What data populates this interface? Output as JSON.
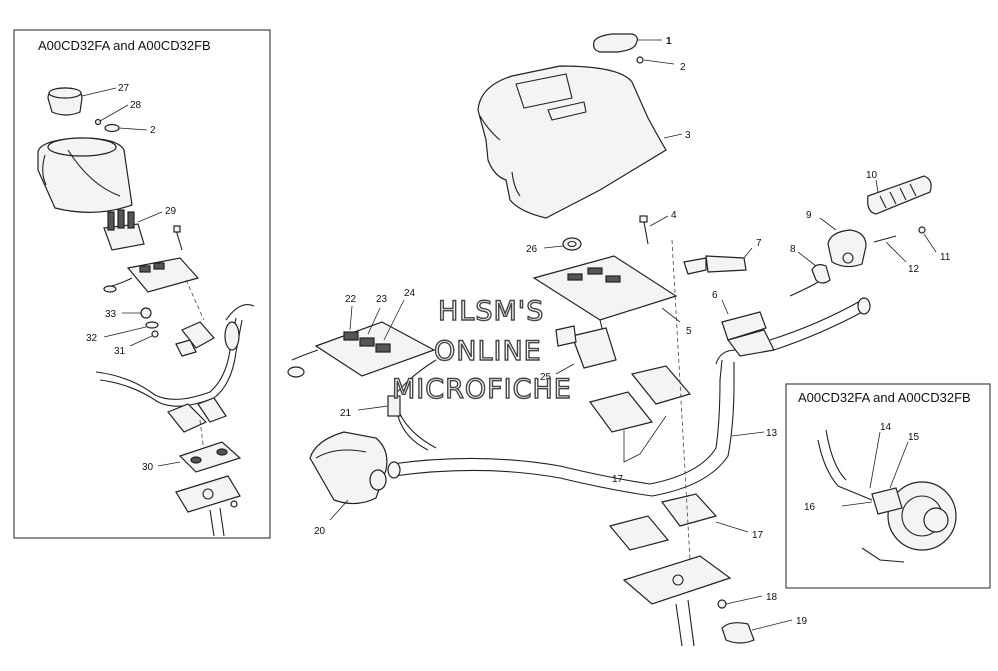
{
  "inset_left": {
    "title": "A00CD32FA and A00CD32FB"
  },
  "inset_right": {
    "title": "A00CD32FA and A00CD32FB"
  },
  "watermark": {
    "line1": "HLSM'S",
    "line2": "ONLINE",
    "line3": "MICROFICHE"
  },
  "callouts": {
    "c1": "1",
    "c2": "2",
    "c2b": "2",
    "c3": "3",
    "c4": "4",
    "c5": "5",
    "c6": "6",
    "c7": "7",
    "c8": "8",
    "c9": "9",
    "c10": "10",
    "c11": "11",
    "c12": "12",
    "c13": "13",
    "c14": "14",
    "c15": "15",
    "c16": "16",
    "c17a": "17",
    "c17b": "17",
    "c18": "18",
    "c19": "19",
    "c20": "20",
    "c21": "21",
    "c22": "22",
    "c23": "23",
    "c24": "24",
    "c25": "25",
    "c26": "26",
    "c27": "27",
    "c28": "28",
    "c29": "29",
    "c30": "30",
    "c31": "31",
    "c32": "32",
    "c33": "33"
  }
}
